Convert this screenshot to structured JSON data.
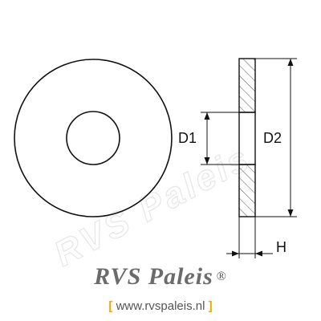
{
  "watermark": {
    "text": "RVS Paleis"
  },
  "dimensions": {
    "d1": "D1",
    "d2": "D2",
    "h": "H"
  },
  "brand": {
    "name": "RVS Paleis",
    "registered": "®"
  },
  "website": {
    "open_bracket": "[",
    "url": "www.rvspaleis.nl",
    "close_bracket": "]"
  },
  "colors": {
    "line": "#111111",
    "hatch": "#555555",
    "watermark": "#e6e6e6",
    "brand_text": "#6b6b6b",
    "bracket_accent": "#f0a500"
  }
}
